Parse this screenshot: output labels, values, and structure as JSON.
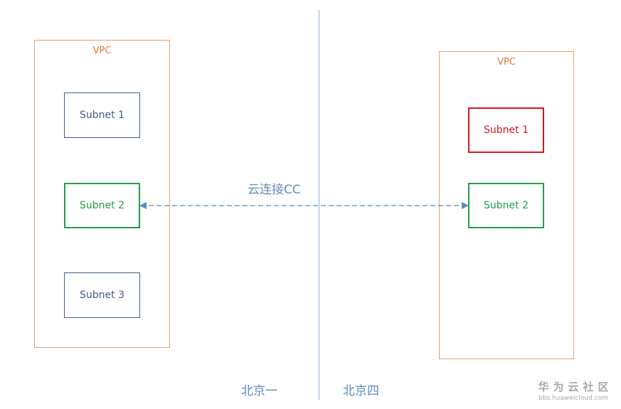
{
  "diagram": {
    "vpcs": [
      {
        "label": "VPC",
        "subnets": [
          {
            "label": "Subnet 1",
            "color": "#3F5F8C"
          },
          {
            "label": "Subnet 2",
            "color": "#1FA046"
          },
          {
            "label": "Subnet 3",
            "color": "#3F5F8C"
          }
        ]
      },
      {
        "label": "VPC",
        "subnets": [
          {
            "label": "Subnet 1",
            "color": "#D9141B"
          },
          {
            "label": "Subnet 2",
            "color": "#1FA046"
          }
        ]
      }
    ],
    "connection": {
      "label": "云连接CC",
      "color": "#6A8CB6"
    },
    "regions": [
      {
        "label": "北京一"
      },
      {
        "label": "北京四"
      }
    ]
  },
  "watermark": {
    "title": "华为云社区",
    "url": "bbs.huaweicloud.com"
  }
}
